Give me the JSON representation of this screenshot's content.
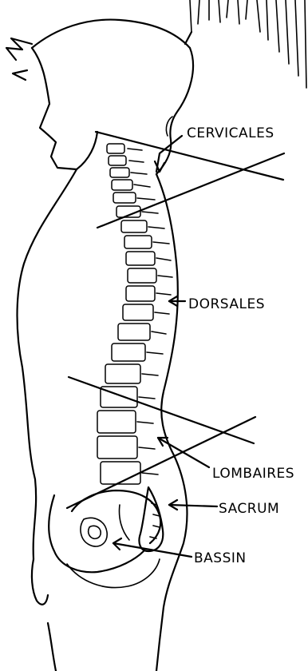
{
  "labels": {
    "cervicales": "CERVICALES",
    "dorsales": "DORSALES",
    "lombaires": "LOMBAIRES",
    "sacrum": "SACRUM",
    "bassin": "BASSIN"
  }
}
